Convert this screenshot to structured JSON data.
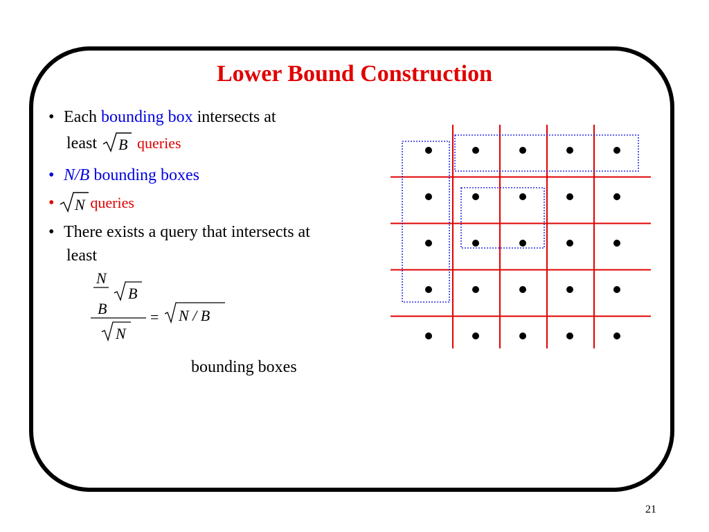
{
  "slide": {
    "title": "Lower Bound Construction",
    "page_number": "21",
    "bullets": [
      {
        "marker": "•",
        "pre": "Each ",
        "highlight": "bounding box",
        "post": " intersects at",
        "line2": "least",
        "tail": "queries"
      },
      {
        "marker": "•",
        "var": "N/B",
        "text": " bounding boxes"
      },
      {
        "marker": "•",
        "text": "queries"
      },
      {
        "marker": "•",
        "line1": "There exists a query that intersects at",
        "line2": "least"
      }
    ],
    "formula": {
      "num_top": "N",
      "num_den": "B",
      "sqrt_b": "B",
      "den_sqrt": "N",
      "equals": "=",
      "result": "N / B"
    },
    "caption": "bounding boxes",
    "sqrt_B": "B",
    "sqrt_N": "N"
  },
  "colors": {
    "title": "#e00000",
    "highlight": "#0000e0",
    "grid_lines": "#e00000",
    "boxes": "#0000e0",
    "points": "#000000"
  },
  "grid": {
    "columns": 5,
    "rows": 5
  }
}
